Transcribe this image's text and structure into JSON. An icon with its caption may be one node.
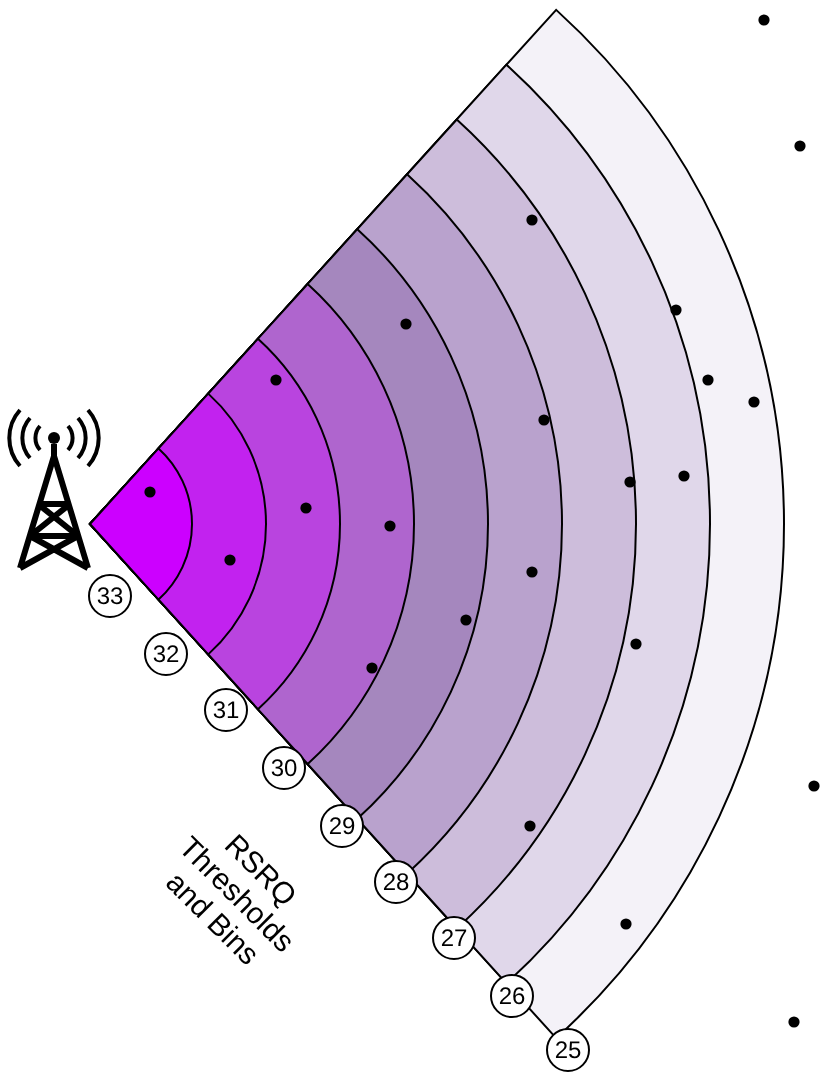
{
  "diagram": {
    "nodes": [
      {
        "text": [
          "33"
        ]
      },
      {
        "text": [
          "32"
        ]
      },
      {
        "text": [
          "31"
        ]
      },
      {
        "text": [
          "30"
        ]
      },
      {
        "text": [
          "29"
        ]
      },
      {
        "text": [
          "28"
        ]
      },
      {
        "text": [
          "27"
        ]
      },
      {
        "text": [
          "26"
        ]
      },
      {
        "text": [
          "25"
        ]
      }
    ],
    "labels": [
      "RSRQ Thresholds and Bins"
    ]
  }
}
